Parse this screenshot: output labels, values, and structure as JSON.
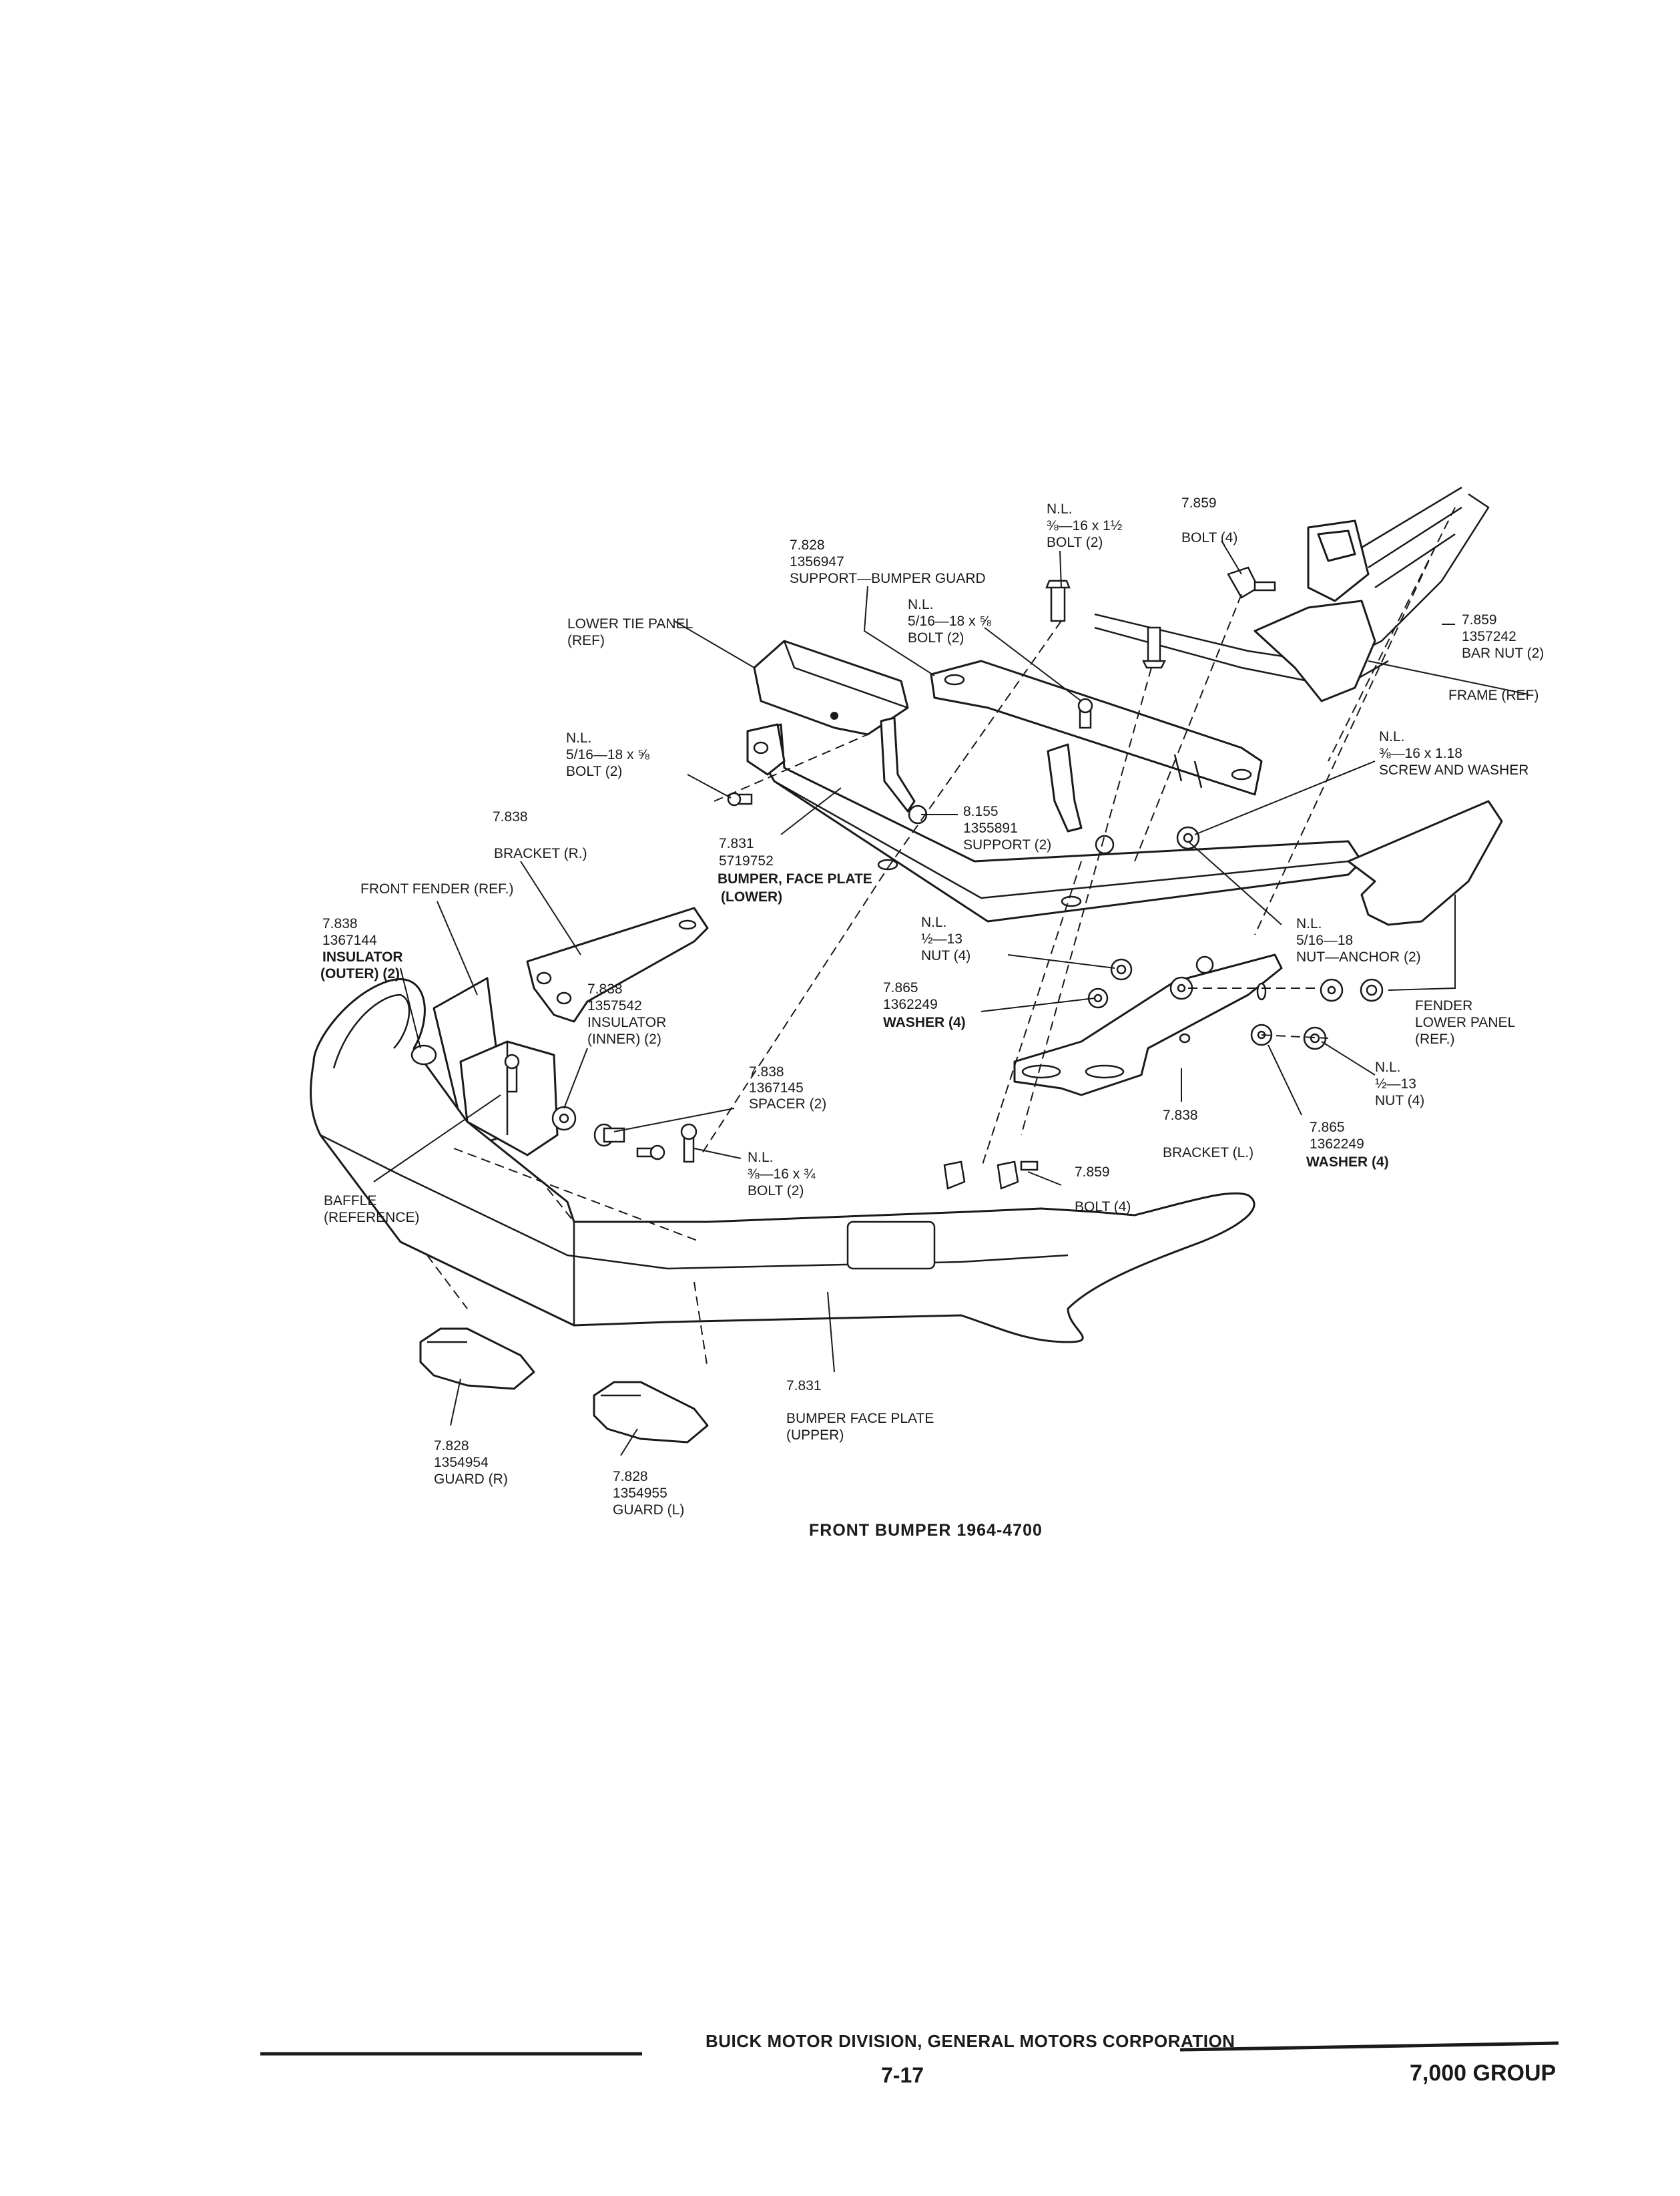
{
  "labels": {
    "nl_bolt_top": [
      "N.L.",
      "⅜—16 x 1½",
      "BOLT (2)"
    ],
    "bolt_7859_top": [
      "7.859",
      "",
      "BOLT (4)"
    ],
    "support_guard": [
      "7.828",
      "1356947",
      "SUPPORT—BUMPER GUARD"
    ],
    "lower_tie_panel": [
      "LOWER TIE PANEL",
      "(REF)"
    ],
    "nl_bolt_516": [
      "N.L.",
      "5/16—18 x ⅝",
      "BOLT (2)"
    ],
    "bar_nut": [
      "7.859",
      "1357242",
      "BAR NUT (2)"
    ],
    "frame": [
      "FRAME (REF)"
    ],
    "nl_bolt_516_left": [
      "N.L.",
      "5/16—18 x ⅝",
      "BOLT (2)"
    ],
    "screw_washer": [
      "N.L.",
      "⅜—16 x 1.18",
      "SCREW AND WASHER"
    ],
    "bracket_r_num": [
      "7.838"
    ],
    "bracket_r": [
      "BRACKET (R.)"
    ],
    "bumper_lower": [
      "7.831",
      "5719752",
      "BUMPER, FACE PLATE",
      "(LOWER)"
    ],
    "support_8155": [
      "8.155",
      "1355891",
      "SUPPORT (2)"
    ],
    "front_fender": [
      "FRONT FENDER (REF.)"
    ],
    "insulator_outer": [
      "7.838",
      "1367144",
      "INSULATOR",
      "(OUTER) (2)"
    ],
    "nut_half": [
      "N.L.",
      "½—13",
      "NUT (4)"
    ],
    "nut_anchor": [
      "N.L.",
      "5/16—18",
      "NUT—ANCHOR (2)"
    ],
    "insulator_inner": [
      "7.838",
      "1357542",
      "INSULATOR",
      "(INNER) (2)"
    ],
    "washer_left": [
      "7.865",
      "1362249",
      "WASHER (4)"
    ],
    "fender_lower": [
      "FENDER",
      "LOWER PANEL",
      "(REF.)"
    ],
    "spacer": [
      "7.838",
      "1367145",
      "SPACER (2)"
    ],
    "nut_right": [
      "N.L.",
      "½—13",
      "NUT (4)"
    ],
    "bracket_l_num": [
      "7.838"
    ],
    "washer_right": [
      "7.865",
      "1362249",
      "WASHER (4)"
    ],
    "bracket_l": [
      "BRACKET (L.)"
    ],
    "nl_bolt_38": [
      "N.L.",
      "⅜—16 x ¾",
      "BOLT (2)"
    ],
    "bolt_7859_bottom": [
      "7.859",
      "",
      "BOLT (4)"
    ],
    "baffle": [
      "BAFFLE",
      "(REFERENCE)"
    ],
    "bumper_upper": [
      "7.831",
      "",
      "BUMPER FACE PLATE",
      "(UPPER)"
    ],
    "guard_r": [
      "7.828",
      "1354954",
      "GUARD (R)"
    ],
    "guard_l": [
      "7.828",
      "1354955",
      "GUARD (L)"
    ]
  },
  "caption": "FRONT BUMPER 1964-4700",
  "footer": {
    "company": "BUICK MOTOR DIVISION, GENERAL MOTORS CORPORATION",
    "page_number": "7-17",
    "group": "7,000 GROUP"
  }
}
